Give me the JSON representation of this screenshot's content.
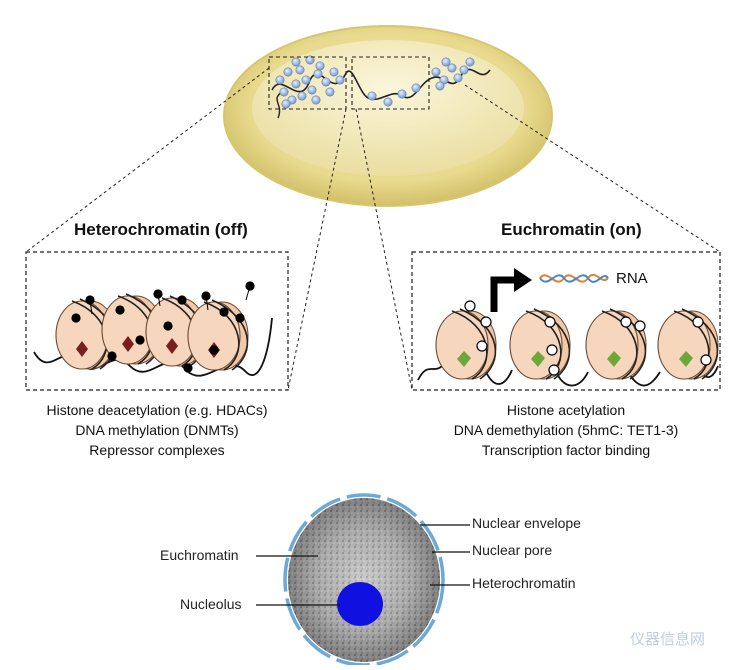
{
  "heterochromatin": {
    "title": "Heterochromatin (off)",
    "items": [
      "Histone deacetylation (e.g. HDACs)",
      "DNA methylation (DNMTs)",
      "Repressor complexes"
    ]
  },
  "euchromatin": {
    "title": "Euchromatin (on)",
    "rna_label": "RNA",
    "items": [
      "Histone acetylation",
      "DNA demethylation (5hmC: TET1-3)",
      "Transcription factor binding"
    ]
  },
  "nucleus_labels": {
    "nuclear_envelope": "Nuclear envelope",
    "nuclear_pore": "Nuclear pore",
    "heterochromatin": "Heterochromatin",
    "euchromatin": "Euchromatin",
    "nucleolus": "Nucleolus"
  },
  "watermark": "仪器信息网",
  "colors": {
    "cell_fill": "#e6d68c",
    "nucleosome_fill": "#f2c9a8",
    "methyl_mark": "#7a1e1e",
    "acetyl_mark": "#6fa83a",
    "nucleolus": "#1010e0",
    "envelope": "#6aa9d8"
  }
}
